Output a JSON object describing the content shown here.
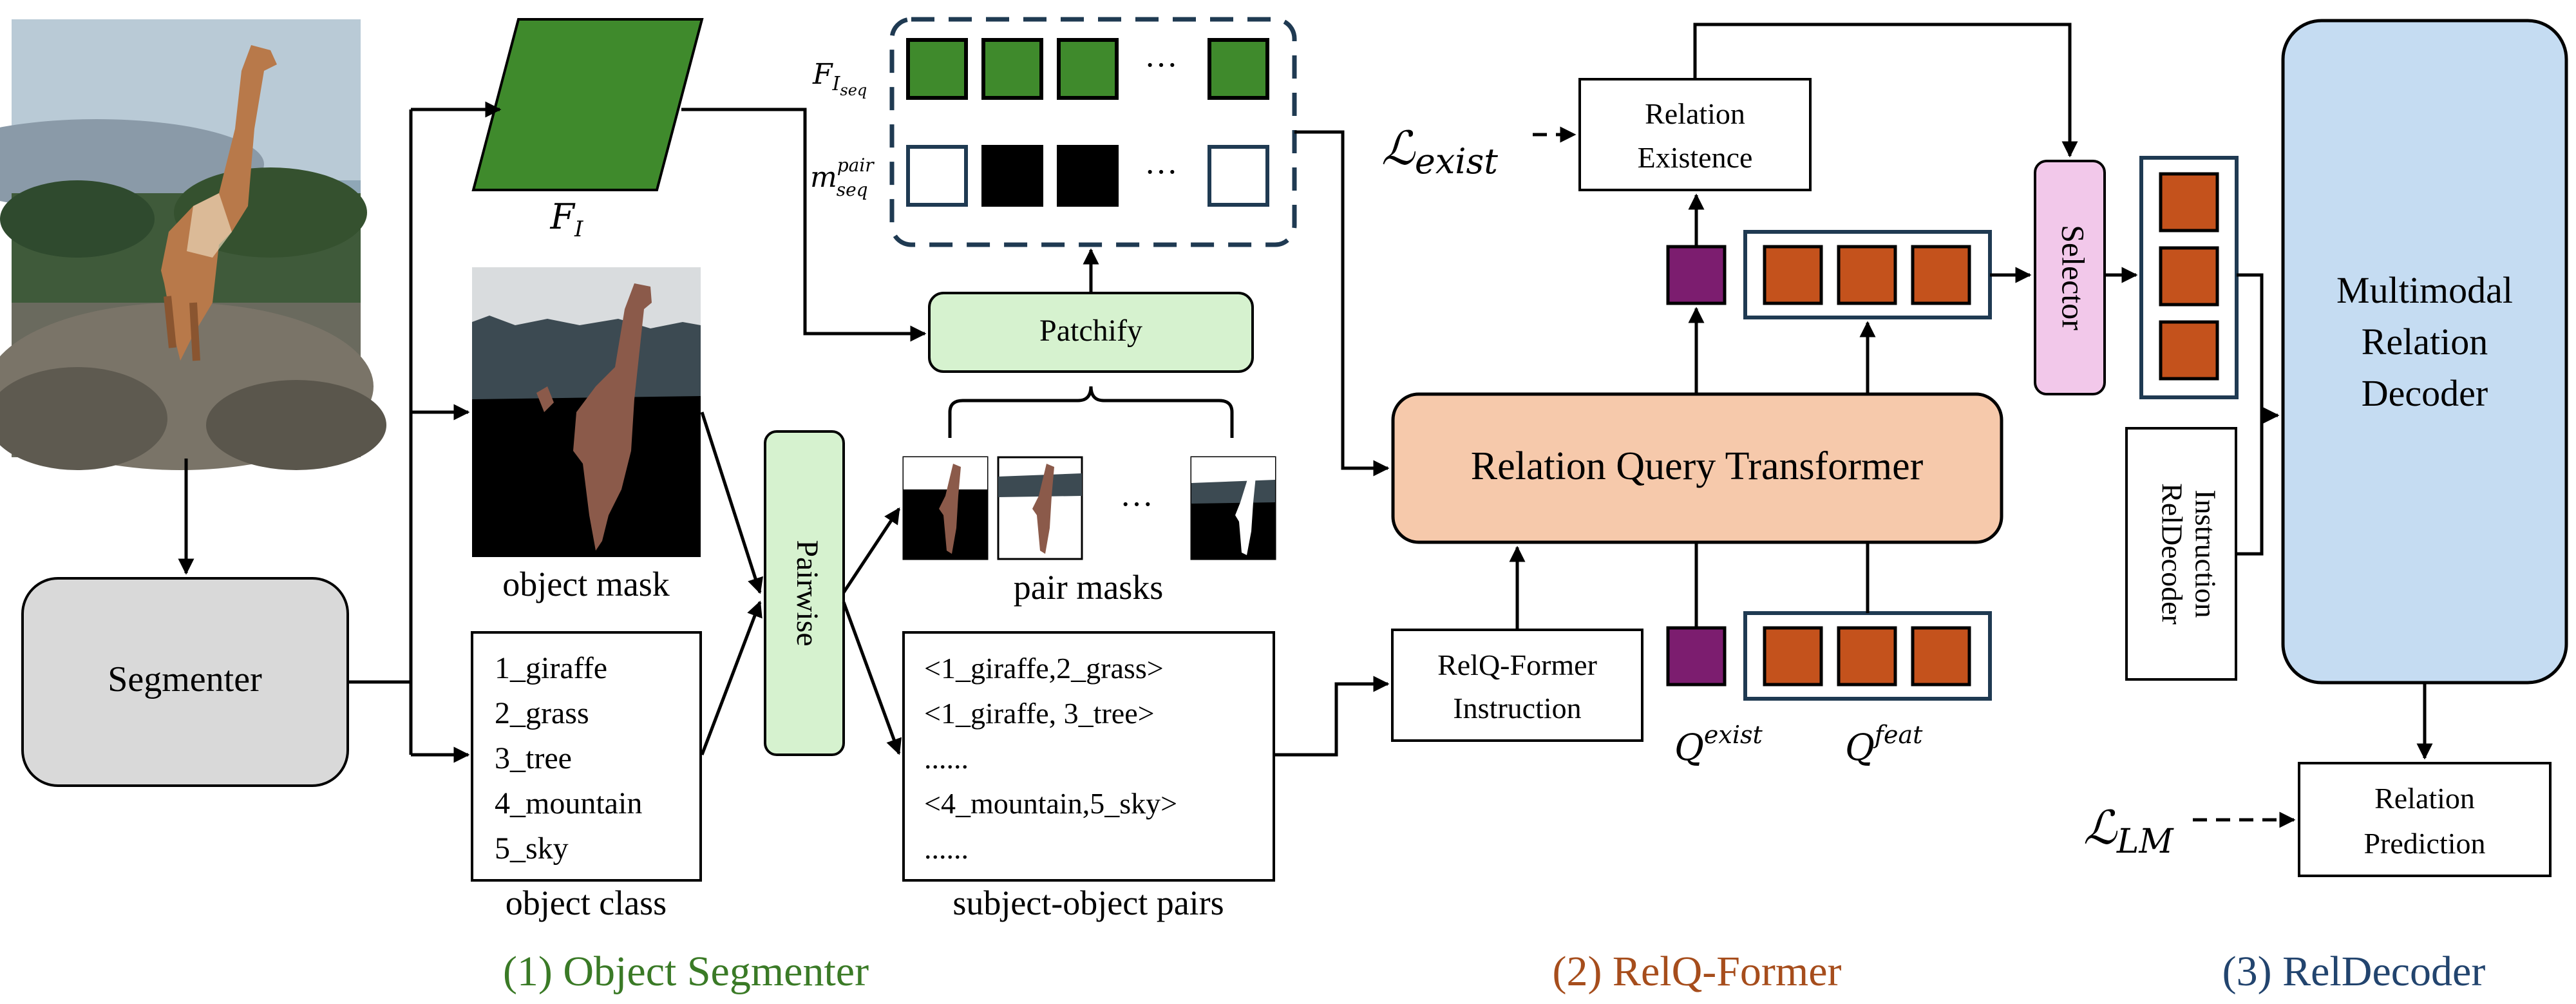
{
  "diagram": {
    "colors": {
      "green_dark": "#3f8a2c",
      "green_light": "#d6f2cf",
      "orange": "#c4521c",
      "orange_light": "#f6c9ab",
      "purple": "#7c1d6f",
      "pink": "#f2c8ea",
      "blue_light": "#c5dcf2",
      "gray": "#d9d9d9",
      "stage1": "#3a7a26",
      "stage2": "#a64d1c",
      "stage3": "#22446e"
    },
    "segmenter": {
      "label": "Segmenter"
    },
    "feature_map": {
      "label_main": "F",
      "label_sub": "I"
    },
    "sequence": {
      "feature_row_label": "F",
      "feature_row_sub": "I",
      "feature_row_subsub": "seq",
      "mask_row_label": "m",
      "mask_row_sup": "pair",
      "mask_row_sub": "seq",
      "ellipsis": "···"
    },
    "object_mask": {
      "label": "object mask"
    },
    "object_class": {
      "label": "object class",
      "items": [
        "1_giraffe",
        "2_grass",
        "3_tree",
        "4_mountain",
        "5_sky"
      ]
    },
    "pairwise": {
      "label": "Pairwise"
    },
    "patchify": {
      "label": "Patchify"
    },
    "pair_masks": {
      "label": "pair masks",
      "ellipsis": "···"
    },
    "subject_object_pairs": {
      "label": "subject-object pairs",
      "items": [
        "<1_giraffe,2_grass>",
        "<1_giraffe, 3_tree>",
        "......",
        "<4_mountain,5_sky>",
        "......"
      ]
    },
    "relq_instruction": {
      "line1": "RelQ-Former",
      "line2": "Instruction"
    },
    "relq_transformer": {
      "label": "Relation Query Transformer"
    },
    "relation_existence": {
      "line1": "Relation",
      "line2": "Existence"
    },
    "loss_exist": {
      "symbol": "ℒ",
      "sub": "exist"
    },
    "q_exist": {
      "symbol": "Q",
      "sup": "exist"
    },
    "q_feat": {
      "symbol": "Q",
      "sup": "feat"
    },
    "selector": {
      "label": "Selector"
    },
    "reldecoder_instruction": {
      "line1": "RelDecoder",
      "line2": "Instruction"
    },
    "decoder": {
      "line1": "Multimodal",
      "line2": "Relation",
      "line3": "Decoder"
    },
    "relation_prediction": {
      "line1": "Relation",
      "line2": "Prediction"
    },
    "loss_lm": {
      "symbol": "ℒ",
      "sub": "LM"
    },
    "stages": {
      "stage1": "(1) Object Segmenter",
      "stage2": "(2) RelQ-Former",
      "stage3": "(3) RelDecoder"
    }
  }
}
